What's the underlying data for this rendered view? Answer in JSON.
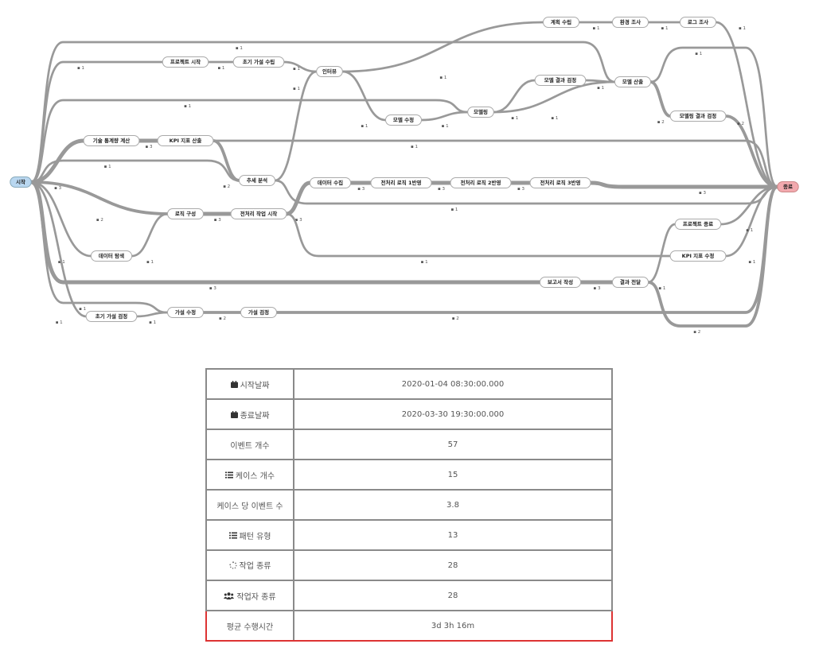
{
  "colors": {
    "start_node": "#b9d7f0",
    "end_node": "#f2a9ae",
    "edge": "#999999",
    "highlight": "#dd3333"
  },
  "graph": {
    "nodes": [
      {
        "id": "start",
        "label": "시작"
      },
      {
        "id": "end",
        "label": "종료"
      },
      {
        "id": "n1",
        "label": "프로젝트 시작"
      },
      {
        "id": "n2",
        "label": "초기 가설 수립"
      },
      {
        "id": "n3",
        "label": "인터뷰"
      },
      {
        "id": "n4",
        "label": "계획 수립"
      },
      {
        "id": "n5",
        "label": "환경 조사"
      },
      {
        "id": "n6",
        "label": "로그 조사"
      },
      {
        "id": "n7",
        "label": "모델 결과 검정"
      },
      {
        "id": "n8",
        "label": "모델 산출"
      },
      {
        "id": "n9",
        "label": "모델링"
      },
      {
        "id": "n10",
        "label": "모델 수정"
      },
      {
        "id": "n11",
        "label": "모델링 결과 검정"
      },
      {
        "id": "n12",
        "label": "기술 통계량 계산"
      },
      {
        "id": "n13",
        "label": "KPI 지표 산출"
      },
      {
        "id": "n14",
        "label": "추세 분석"
      },
      {
        "id": "n15",
        "label": "데이터 수집"
      },
      {
        "id": "n16",
        "label": "전처리 로직 1반영"
      },
      {
        "id": "n17",
        "label": "전처리 로직 2반영"
      },
      {
        "id": "n18",
        "label": "전처리 로직 3반영"
      },
      {
        "id": "n19",
        "label": "로직 구성"
      },
      {
        "id": "n20",
        "label": "전처리 작업 시작"
      },
      {
        "id": "n21",
        "label": "프로젝트 종료"
      },
      {
        "id": "n22",
        "label": "KPI 지표 수정"
      },
      {
        "id": "n23",
        "label": "데이터 탐색"
      },
      {
        "id": "n24",
        "label": "보고서 작성"
      },
      {
        "id": "n25",
        "label": "결과 전달"
      },
      {
        "id": "n26",
        "label": "가설 수정"
      },
      {
        "id": "n27",
        "label": "가설 검정"
      },
      {
        "id": "n28",
        "label": "초기 가설 검정"
      }
    ],
    "edges": [
      {
        "from": "start",
        "to": "n8",
        "count": "1"
      },
      {
        "from": "start",
        "to": "n1",
        "count": "1"
      },
      {
        "from": "n1",
        "to": "n2",
        "count": "1"
      },
      {
        "from": "n2",
        "to": "n3",
        "count": "1"
      },
      {
        "from": "n3",
        "to": "n4",
        "count": "1"
      },
      {
        "from": "n4",
        "to": "n5",
        "count": "1"
      },
      {
        "from": "n5",
        "to": "n6",
        "count": "1"
      },
      {
        "from": "n6",
        "to": "end",
        "count": "1"
      },
      {
        "from": "start",
        "to": "n9",
        "count": "1"
      },
      {
        "from": "n3",
        "to": "n10",
        "count": "1"
      },
      {
        "from": "n10",
        "to": "n9",
        "count": "1"
      },
      {
        "from": "n9",
        "to": "n7",
        "count": "1"
      },
      {
        "from": "n7",
        "to": "n8",
        "count": "1"
      },
      {
        "from": "n9",
        "to": "n8",
        "count": "1"
      },
      {
        "from": "n8",
        "to": "end",
        "count": "1"
      },
      {
        "from": "n8",
        "to": "n11",
        "count": "2"
      },
      {
        "from": "n11",
        "to": "end",
        "count": "2"
      },
      {
        "from": "start",
        "to": "n12",
        "count": "3"
      },
      {
        "from": "n12",
        "to": "n13",
        "count": "3"
      },
      {
        "from": "n13",
        "to": "end",
        "count": "1"
      },
      {
        "from": "n13",
        "to": "n14",
        "count": "2"
      },
      {
        "from": "start",
        "to": "n14",
        "count": "1"
      },
      {
        "from": "n14",
        "to": "n3",
        "count": "1"
      },
      {
        "from": "n14",
        "to": "end",
        "count": "1"
      },
      {
        "from": "start",
        "to": "n19",
        "count": "2"
      },
      {
        "from": "start",
        "to": "n23",
        "count": "1"
      },
      {
        "from": "n23",
        "to": "n19",
        "count": "1"
      },
      {
        "from": "n19",
        "to": "n20",
        "count": "3"
      },
      {
        "from": "n20",
        "to": "n15",
        "count": "3"
      },
      {
        "from": "n15",
        "to": "n16",
        "count": "3"
      },
      {
        "from": "n16",
        "to": "n17",
        "count": "3"
      },
      {
        "from": "n17",
        "to": "n18",
        "count": "3"
      },
      {
        "from": "n18",
        "to": "end",
        "count": "3"
      },
      {
        "from": "n20",
        "to": "n22",
        "count": "1"
      },
      {
        "from": "n22",
        "to": "end",
        "count": "1"
      },
      {
        "from": "n25",
        "to": "n21",
        "count": "1"
      },
      {
        "from": "n21",
        "to": "end",
        "count": "1"
      },
      {
        "from": "start",
        "to": "n24",
        "count": "3"
      },
      {
        "from": "n24",
        "to": "n25",
        "count": "3"
      },
      {
        "from": "n25",
        "to": "end",
        "count": "2"
      },
      {
        "from": "start",
        "to": "n26",
        "count": "1"
      },
      {
        "from": "start",
        "to": "n28",
        "count": "1"
      },
      {
        "from": "n28",
        "to": "n26",
        "count": "1"
      },
      {
        "from": "n26",
        "to": "n27",
        "count": "2"
      },
      {
        "from": "n27",
        "to": "end",
        "count": "2"
      }
    ]
  },
  "stats": [
    {
      "icon": "calendar-icon",
      "label": "시작날짜",
      "value": "2020-01-04 08:30:00.000"
    },
    {
      "icon": "calendar-icon",
      "label": "종료날짜",
      "value": "2020-03-30 19:30:00.000"
    },
    {
      "icon": "",
      "label": "이벤트 개수",
      "value": "57"
    },
    {
      "icon": "list-icon",
      "label": "케이스 개수",
      "value": "15"
    },
    {
      "icon": "",
      "label": "케이스 당 이벤트 수",
      "value": "3.8"
    },
    {
      "icon": "list-icon",
      "label": "패턴 유형",
      "value": "13"
    },
    {
      "icon": "spinner-icon",
      "label": "작업 종류",
      "value": "28"
    },
    {
      "icon": "users-icon",
      "label": "작업자 종류",
      "value": "28"
    },
    {
      "icon": "",
      "label": "평균 수행시간",
      "value": "3d 3h 16m",
      "highlighted": true
    }
  ]
}
